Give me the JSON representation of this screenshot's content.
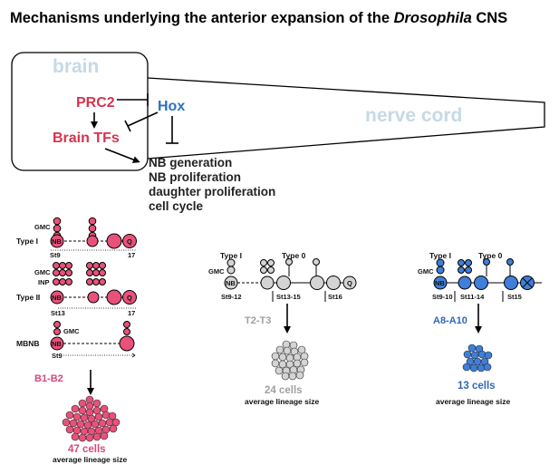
{
  "title": {
    "prefix": "Mechanisms underlying the anterior expansion of the ",
    "italic": "Drosophila",
    "suffix": " CNS"
  },
  "regions": {
    "brain": "brain",
    "nerve_cord": "nerve cord"
  },
  "regulators": {
    "prc2": "PRC2",
    "brain_tfs": "Brain TFs",
    "hox": "Hox"
  },
  "effects": [
    "NB generation",
    "NB proliferation",
    "daughter proliferation",
    "cell cycle"
  ],
  "cell_labels": {
    "gmc": "GMC",
    "inp": "INP",
    "nb": "NB",
    "q": "Q"
  },
  "brain_panel": {
    "type1": "Type I",
    "type1_stage_start": "St9",
    "type1_stage_end": "17",
    "type2": "Type II",
    "type2_stage_start": "St13",
    "type2_stage_end": "17",
    "mbnb": "MBNB",
    "mbnb_stage": "St9",
    "region": "B1-B2",
    "cells": "47 cells",
    "avg": "average lineage size"
  },
  "thoracic_panel": {
    "type1": "Type I",
    "type0": "Type 0",
    "stages": [
      "St9-12",
      "St13-15",
      "St16"
    ],
    "region": "T2-T3",
    "cells": "24 cells",
    "avg": "average lineage size"
  },
  "abdominal_panel": {
    "type1": "Type I",
    "type0": "Type 0",
    "stages": [
      "St9-10",
      "St11-14",
      "St15"
    ],
    "region": "A8-A10",
    "cells": "13 cells",
    "avg": "average lineage size"
  },
  "colors": {
    "pink": "#e8527a",
    "gray": "#d4d4d4",
    "blue": "#3f7fd9",
    "pink_text": "#d6344e",
    "blue_text": "#2e6fc2",
    "region_blue": "#c6d9e6"
  }
}
